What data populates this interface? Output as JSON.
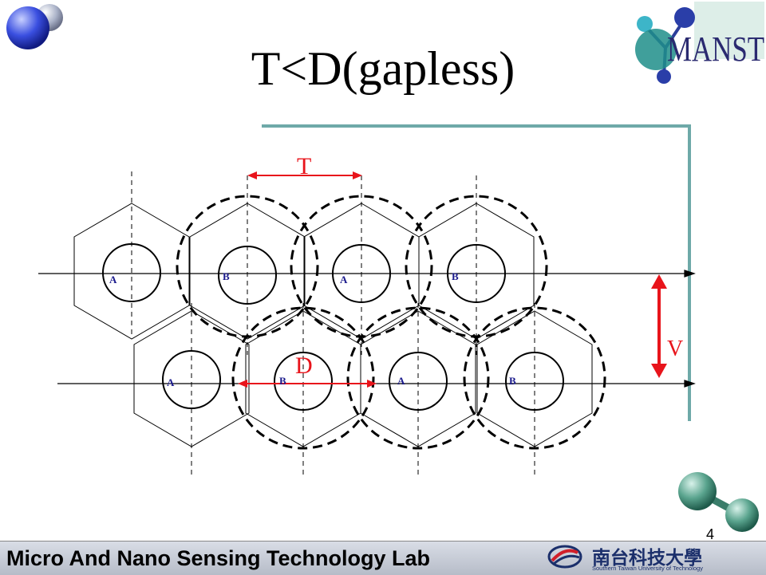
{
  "slide": {
    "title": "T<D(gapless)",
    "page_number": "4"
  },
  "diagram": {
    "dimension_labels": {
      "T": "T",
      "D": "D",
      "V": "V"
    },
    "hex_labels": {
      "top": [
        "A",
        "B",
        "A",
        "B"
      ],
      "bottom": [
        "A",
        "B",
        "A",
        "B"
      ]
    }
  },
  "logo": {
    "text": "MANST"
  },
  "footer": {
    "lab_name": "Micro And Nano Sensing Technology Lab",
    "university_name": "南台科技大學",
    "university_subtitle": "Southern Taiwan University of Technology"
  },
  "colors": {
    "accent_red": "#e8141b",
    "label_blue": "#1a1a8c",
    "frame_teal": "#6ea9a8",
    "footer_navy": "#1b2f6b"
  }
}
